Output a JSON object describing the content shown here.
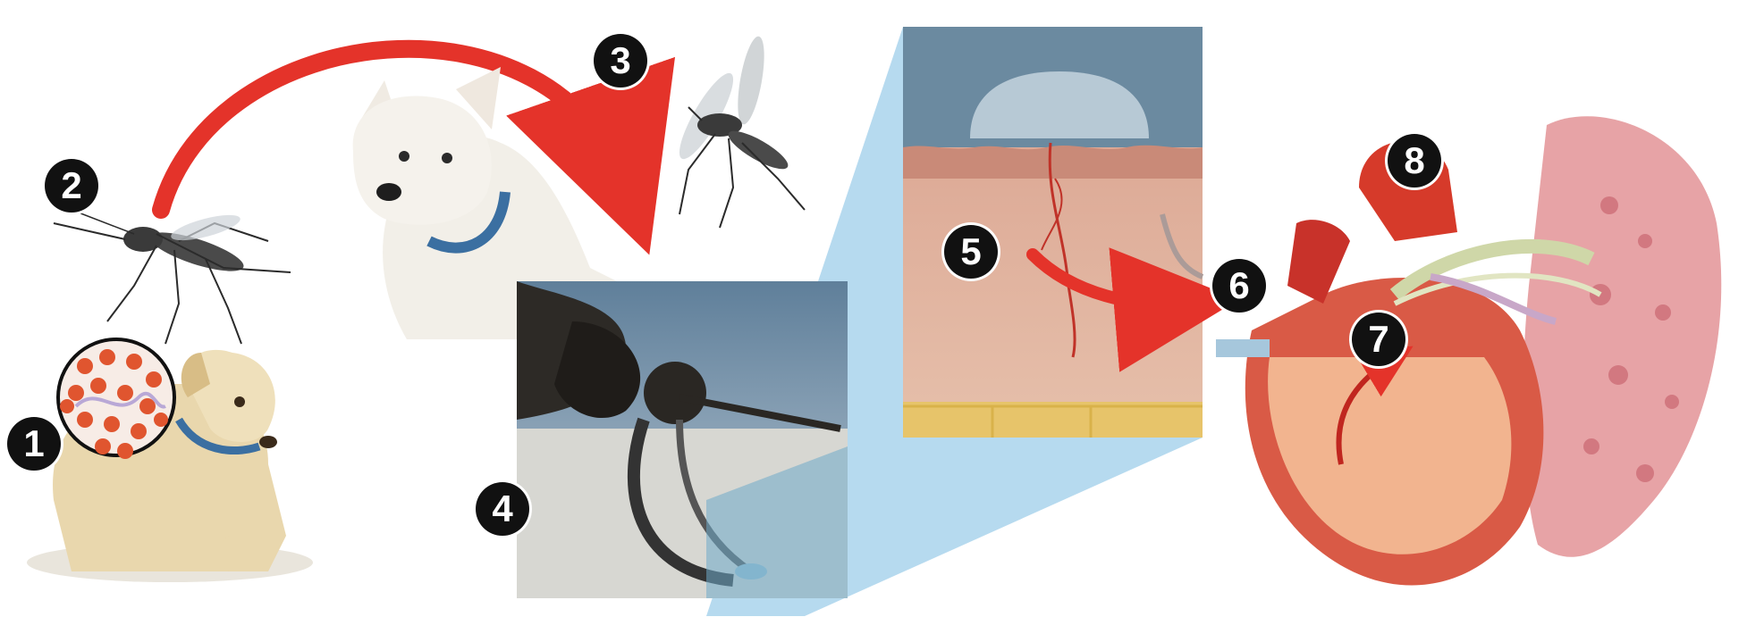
{
  "steps": [
    {
      "id": 1,
      "label": "1"
    },
    {
      "id": 2,
      "label": "2"
    },
    {
      "id": 3,
      "label": "3"
    },
    {
      "id": 4,
      "label": "4"
    },
    {
      "id": 5,
      "label": "5"
    },
    {
      "id": 6,
      "label": "6"
    },
    {
      "id": 7,
      "label": "7"
    },
    {
      "id": 8,
      "label": "8"
    }
  ],
  "colors": {
    "arrow": "#e4332a",
    "marker_fill": "#111111",
    "marker_text": "#ffffff",
    "zoom_wedge": "#a9d3ec",
    "skin": "#e0b49c",
    "fat": "#e7c46a",
    "heart": "#d95a46",
    "lung": "#e7a3a6",
    "dog_yellow": "#e9d7ad",
    "dog_white": "#f2efe8",
    "collar": "#3b6fa1"
  }
}
